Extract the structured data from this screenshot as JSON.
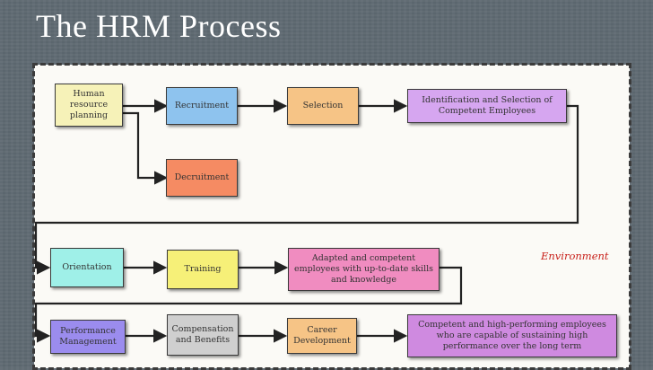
{
  "slide": {
    "title": "The HRM Process",
    "environment_label": "Environment"
  },
  "boxes": {
    "hr_planning": {
      "label": "Human resource planning",
      "color": "#f6f2b8"
    },
    "recruitment": {
      "label": "Recruitment",
      "color": "#8ec3ee"
    },
    "selection": {
      "label": "Selection",
      "color": "#f6c486"
    },
    "identification": {
      "label": "Identification and Selection of Competent Employees",
      "color": "#d6a6f0"
    },
    "decruitment": {
      "label": "Decruitment",
      "color": "#f58b63"
    },
    "orientation": {
      "label": "Orientation",
      "color": "#9ff0e8"
    },
    "training": {
      "label": "Training",
      "color": "#f6f078"
    },
    "adapted": {
      "label": "Adapted and competent employees with up-to-date skills and knowledge",
      "color": "#f08cc0"
    },
    "performance": {
      "label": "Performance Management",
      "color": "#9b8cee"
    },
    "compensation": {
      "label": "Compensation and Benefits",
      "color": "#cfcfcf"
    },
    "career": {
      "label": "Career Development",
      "color": "#f6c486"
    },
    "competent": {
      "label": "Competent and high-performing employees who are capable of sustaining high performance over the long term",
      "color": "#cf8ae0"
    }
  }
}
